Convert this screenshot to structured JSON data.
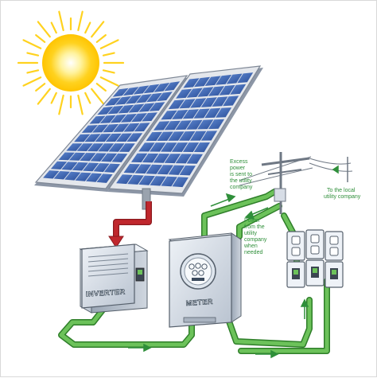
{
  "labels": {
    "inverter": "INVERTER",
    "meter": "METER",
    "excess_power": [
      "Excess",
      "power",
      "is sent to",
      "the utility",
      "company"
    ],
    "power_from_utility": [
      "Power",
      "from the",
      "utility",
      "company",
      "when",
      "needed"
    ],
    "local_utility": [
      "To the local",
      "utility company"
    ]
  },
  "colors": {
    "panel_cell": "#3a63b0",
    "panel_frame": "#c9ccd2",
    "dc_wire": "#c0272d",
    "ac_wire": "#5ab94a",
    "arrow": "#2f8f3a",
    "sun": "#ffd21f",
    "box_metal": "#d7dde6"
  },
  "icons": [
    "sun-icon",
    "solar-panel-icon",
    "inverter-icon",
    "meter-icon",
    "utility-pole-icon",
    "outlet-icon",
    "breaker-switch-icon",
    "flow-arrow-icon"
  ]
}
